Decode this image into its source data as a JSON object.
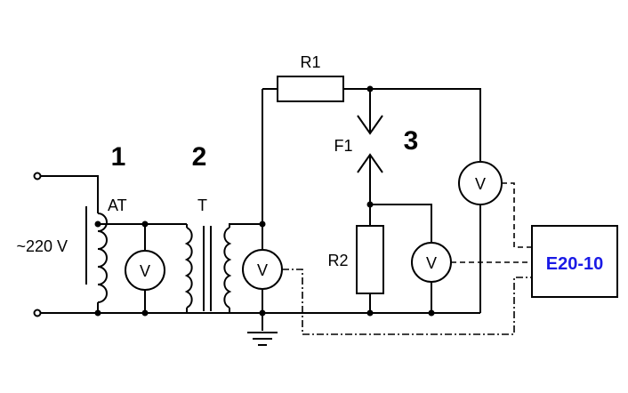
{
  "labels": {
    "supply": "~220 V",
    "autotransformer": "AT",
    "transformer": "T",
    "resistor1": "R1",
    "resistor2": "R2",
    "spark_gap": "F1",
    "section1": "1",
    "section2": "2",
    "section3": "3",
    "voltmeter": "V",
    "device": "E20-10"
  },
  "colors": {
    "device_text": "#1a1ae6",
    "wire": "#000000"
  }
}
